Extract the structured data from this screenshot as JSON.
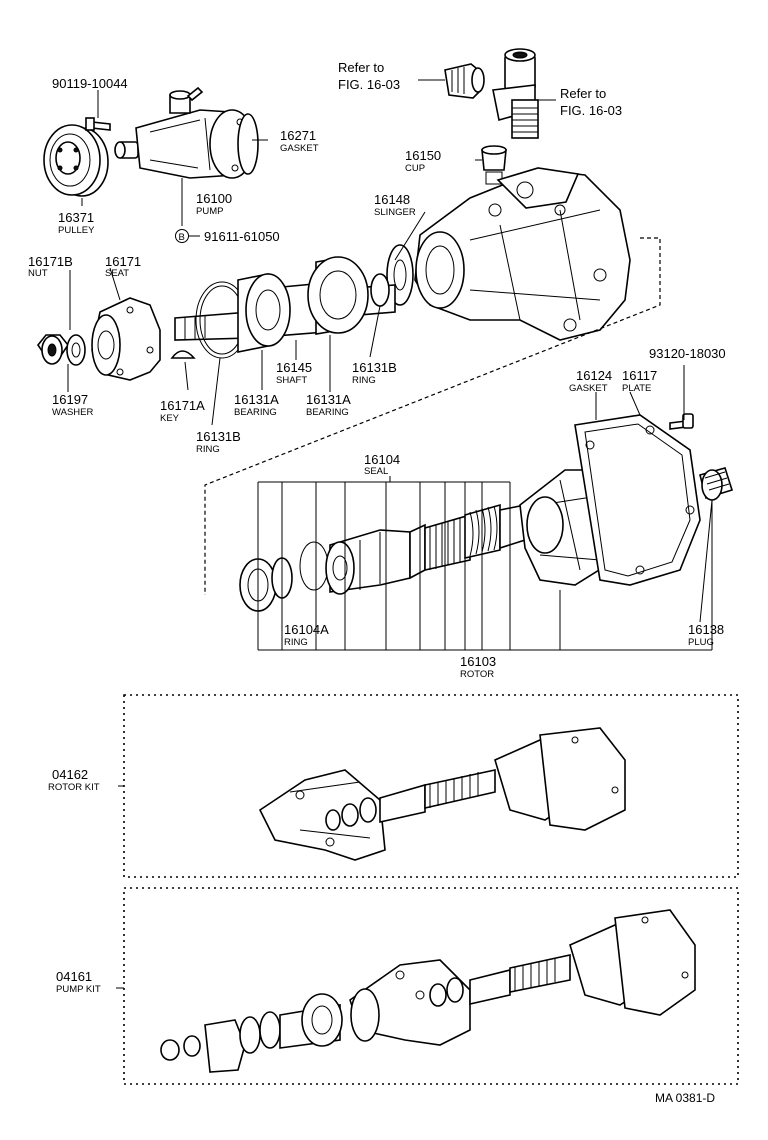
{
  "refer_label_1": [
    "Refer to",
    "FIG. 16-03"
  ],
  "refer_label_2": [
    "Refer to",
    "FIG. 16-03"
  ],
  "callouts": {
    "c90119": {
      "number": "90119-10044",
      "name": ""
    },
    "c16271": {
      "number": "16271",
      "name": "GASKET"
    },
    "c16371": {
      "number": "16371",
      "name": "PULLEY"
    },
    "c16100": {
      "number": "16100",
      "name": "PUMP"
    },
    "c91611": {
      "number": "91611-61050",
      "name": "",
      "badge": "B"
    },
    "c16150": {
      "number": "16150",
      "name": "CUP"
    },
    "c16148": {
      "number": "16148",
      "name": "SLINGER"
    },
    "c16171B": {
      "number": "16171B",
      "name": "NUT"
    },
    "c16171": {
      "number": "16171",
      "name": "SEAT"
    },
    "c16197": {
      "number": "16197",
      "name": "WASHER"
    },
    "c16171A": {
      "number": "16171A",
      "name": "KEY"
    },
    "c16131B_low": {
      "number": "16131B",
      "name": "RING"
    },
    "c16131A_1": {
      "number": "16131A",
      "name": "BEARING"
    },
    "c16145": {
      "number": "16145",
      "name": "SHAFT"
    },
    "c16131A_2": {
      "number": "16131A",
      "name": "BEARING"
    },
    "c16131B_up": {
      "number": "16131B",
      "name": "RING"
    },
    "c93120": {
      "number": "93120-18030",
      "name": ""
    },
    "c16124": {
      "number": "16124",
      "name": "GASKET"
    },
    "c16117": {
      "number": "16117",
      "name": "PLATE"
    },
    "c16104": {
      "number": "16104",
      "name": "SEAL"
    },
    "c16104A": {
      "number": "16104A",
      "name": "RING"
    },
    "c16103": {
      "number": "16103",
      "name": "ROTOR"
    },
    "c16138": {
      "number": "16138",
      "name": "PLUG"
    },
    "c04162": {
      "number": "04162",
      "name": "ROTOR KIT"
    },
    "c04161": {
      "number": "04161",
      "name": "PUMP KIT"
    }
  },
  "footer_code": "MA  0381-D"
}
